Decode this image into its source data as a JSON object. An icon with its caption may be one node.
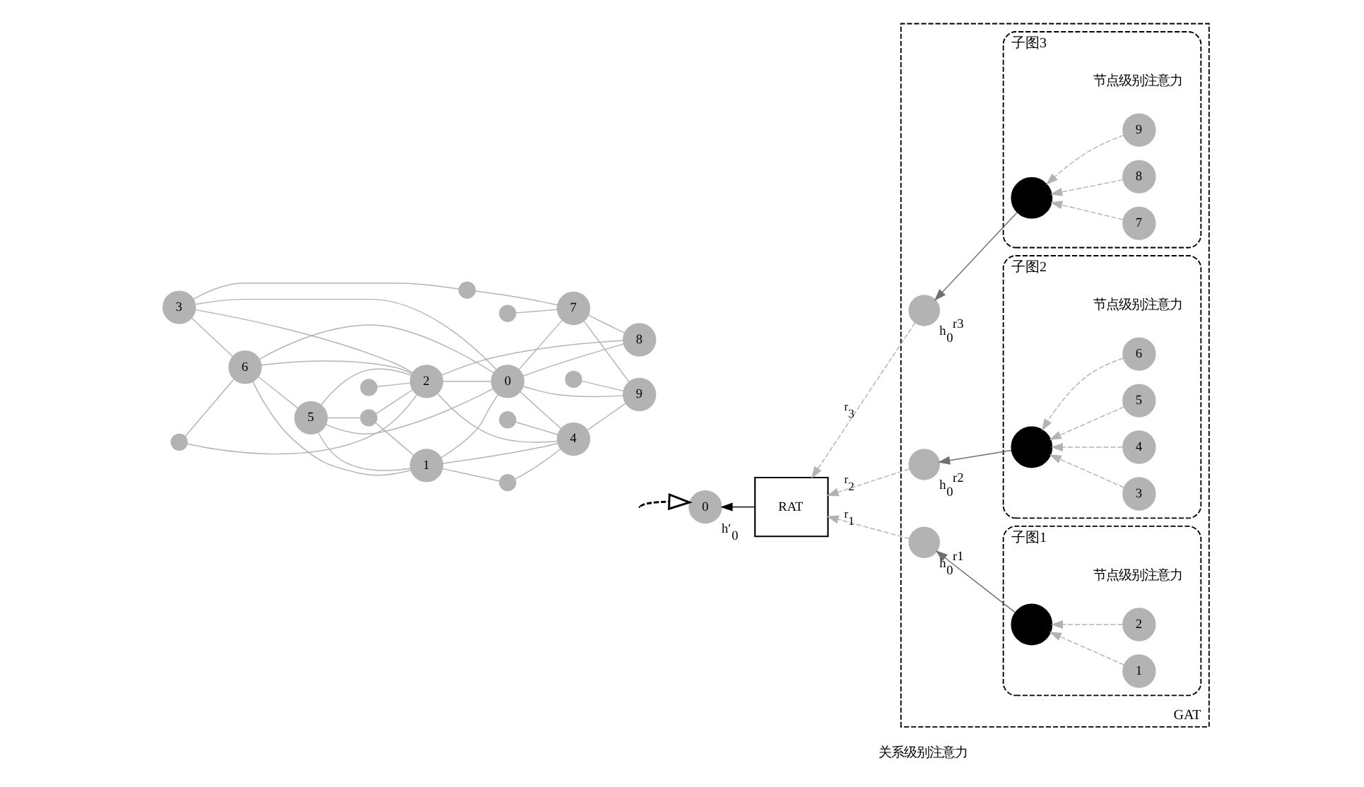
{
  "diagram": {
    "nodes": [
      {
        "text": [
          "9"
        ]
      },
      {
        "text": [],
        "shape": "circle"
      },
      {
        "text": [],
        "shape": "circle"
      },
      {
        "text": [
          "8"
        ]
      },
      {
        "text": [],
        "shape": "circle"
      },
      {
        "text": [
          "7"
        ]
      },
      {
        "text": [
          "4"
        ]
      },
      {
        "text": [
          "0"
        ]
      },
      {
        "text": [],
        "shape": "circle"
      },
      {
        "text": [
          "3"
        ]
      },
      {
        "text": [
          "1"
        ]
      },
      {
        "text": [],
        "shape": "circle"
      },
      {
        "text": [],
        "shape": "circle"
      },
      {
        "text": [
          "2"
        ]
      },
      {
        "text": [],
        "shape": "circle"
      },
      {
        "text": [
          "6"
        ]
      },
      {
        "text": [],
        "shape": "circle"
      },
      {
        "text": [
          "5"
        ]
      },
      {
        "text": [
          "0"
        ],
        "beside": [
          "h′$_{0}$"
        ]
      },
      {
        "text": [
          "RAT"
        ]
      },
      {
        "text": [
          "GAT"
        ]
      },
      {
        "text": [],
        "shape": "circle",
        "beside": [
          "h$_{0}$$^{r1}$"
        ],
        "in": 20
      },
      {
        "text": [
          "子图1"
        ],
        "in": 20
      },
      {
        "text": [
          "1"
        ],
        "in": 22
      },
      {
        "text": [],
        "shape": "circle",
        "in": 22
      },
      {
        "text": [
          "2"
        ],
        "in": 22
      },
      {
        "text": [],
        "shape": "circle",
        "beside": [
          "h$_{0}$$^{r2}$"
        ],
        "in": 20
      },
      {
        "text": [
          "子图2"
        ],
        "in": 20
      },
      {
        "text": [
          "3"
        ],
        "in": 27
      },
      {
        "text": [],
        "shape": "circle",
        "in": 27
      },
      {
        "text": [
          "4"
        ],
        "in": 27
      },
      {
        "text": [
          "5"
        ],
        "in": 27
      },
      {
        "text": [
          "6"
        ],
        "in": 27
      },
      {
        "text": [],
        "shape": "circle",
        "beside": [
          "h$_{0}$$^{r3}$"
        ],
        "in": 20
      },
      {
        "text": [
          "子图3"
        ],
        "in": 20
      },
      {
        "text": [],
        "shape": "circle",
        "in": 34
      },
      {
        "text": [
          "7"
        ],
        "in": 34
      },
      {
        "text": [
          "8"
        ],
        "in": 34
      },
      {
        "text": [
          "9"
        ],
        "in": 34
      }
    ],
    "edges": [
      {
        "from": 0,
        "to": 1,
        "arrow": "none"
      },
      {
        "from": 0,
        "to": 6,
        "arrow": "none"
      },
      {
        "from": 0,
        "to": 7,
        "arrow": "none"
      },
      {
        "from": 0,
        "to": 5,
        "arrow": "none"
      },
      {
        "from": 3,
        "to": 7,
        "arrow": "none"
      },
      {
        "from": 3,
        "to": 5,
        "arrow": "none"
      },
      {
        "from": 3,
        "to": 13,
        "arrow": "none"
      },
      {
        "from": 5,
        "to": 4,
        "arrow": "none"
      },
      {
        "from": 5,
        "to": 7,
        "arrow": "none"
      },
      {
        "from": 5,
        "to": 8,
        "arrow": "none"
      },
      {
        "from": 8,
        "to": 9,
        "arrow": "none"
      },
      {
        "from": 6,
        "to": 2,
        "arrow": "none"
      },
      {
        "from": 6,
        "to": 7,
        "arrow": "none"
      },
      {
        "from": 6,
        "to": 13,
        "arrow": "none"
      },
      {
        "from": 6,
        "to": 10,
        "arrow": "none"
      },
      {
        "from": 6,
        "to": 11,
        "arrow": "none"
      },
      {
        "from": 11,
        "to": 10,
        "arrow": "none"
      },
      {
        "from": 7,
        "to": 10,
        "arrow": "none"
      },
      {
        "from": 7,
        "to": 17,
        "arrow": "none"
      },
      {
        "from": 7,
        "to": 13,
        "arrow": "none"
      },
      {
        "from": 7,
        "to": 15,
        "arrow": "none"
      },
      {
        "from": 7,
        "to": 9,
        "arrow": "none"
      },
      {
        "from": 13,
        "to": 12,
        "arrow": "none"
      },
      {
        "from": 13,
        "to": 9,
        "arrow": "none"
      },
      {
        "from": 13,
        "to": 16,
        "arrow": "none"
      },
      {
        "from": 13,
        "to": 17,
        "arrow": "none"
      },
      {
        "from": 13,
        "to": 15,
        "arrow": "none"
      },
      {
        "from": 13,
        "to": 14,
        "arrow": "none"
      },
      {
        "from": 10,
        "to": 16,
        "arrow": "none"
      },
      {
        "from": 10,
        "to": 17,
        "arrow": "none"
      },
      {
        "from": 10,
        "to": 15,
        "arrow": "none"
      },
      {
        "from": 16,
        "to": 17,
        "arrow": "none"
      },
      {
        "from": 17,
        "to": 15,
        "arrow": "none"
      },
      {
        "from": 15,
        "to": 14,
        "arrow": "none"
      },
      {
        "from": 15,
        "to": 9,
        "arrow": "none"
      },
      {
        "from": null,
        "to": 18,
        "arrow": "to",
        "style": "dashed",
        "color": "#000000"
      },
      {
        "from": 19,
        "to": 18,
        "arrow": "to",
        "color": "#000000"
      },
      {
        "from": 21,
        "to": 19,
        "arrow": "to",
        "style": "dashed",
        "label": "r$_{1}$"
      },
      {
        "from": 26,
        "to": 19,
        "arrow": "to",
        "style": "dashed",
        "label": "r$_{2}$"
      },
      {
        "from": 33,
        "to": 19,
        "arrow": "to",
        "style": "dashed",
        "label": "r$_{3}$"
      },
      {
        "from": 24,
        "to": 21,
        "arrow": "to",
        "color": "#707070"
      },
      {
        "from": 23,
        "to": 24,
        "arrow": "to",
        "style": "dashed"
      },
      {
        "from": 25,
        "to": 24,
        "arrow": "to",
        "style": "dashed"
      },
      {
        "from": 29,
        "to": 26,
        "arrow": "to",
        "color": "#707070"
      },
      {
        "from": 28,
        "to": 29,
        "arrow": "to",
        "style": "dashed"
      },
      {
        "from": 30,
        "to": 29,
        "arrow": "to",
        "style": "dashed"
      },
      {
        "from": 31,
        "to": 29,
        "arrow": "to",
        "style": "dashed"
      },
      {
        "from": 32,
        "to": 29,
        "arrow": "to",
        "style": "dashed"
      },
      {
        "from": 35,
        "to": 33,
        "arrow": "to",
        "color": "#707070"
      },
      {
        "from": 36,
        "to": 35,
        "arrow": "to",
        "style": "dashed"
      },
      {
        "from": 37,
        "to": 35,
        "arrow": "to",
        "style": "dashed"
      },
      {
        "from": 38,
        "to": 35,
        "arrow": "to",
        "style": "dashed"
      }
    ],
    "labels": [
      "关系级别注意力",
      "节点级别注意力",
      "节点级别注意力",
      "节点级别注意力"
    ]
  }
}
